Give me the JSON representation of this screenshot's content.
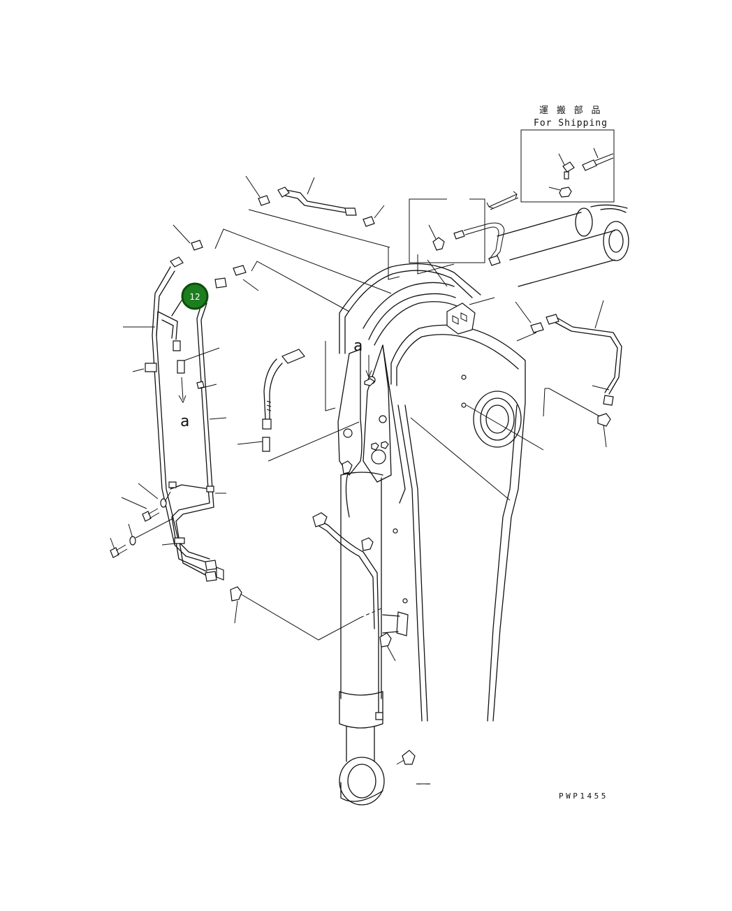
{
  "shipping_box": {
    "jp_label": "運 搬 部 品",
    "en_label": "For Shipping"
  },
  "view_marks": {
    "mark_a": "a"
  },
  "callouts": [
    {
      "label": "12"
    }
  ],
  "drawing_code": "PWP1455",
  "footer_mark": "– –",
  "colors": {
    "callout_fill": "#1e7d1e",
    "line": "#111111",
    "background": "#ffffff"
  }
}
